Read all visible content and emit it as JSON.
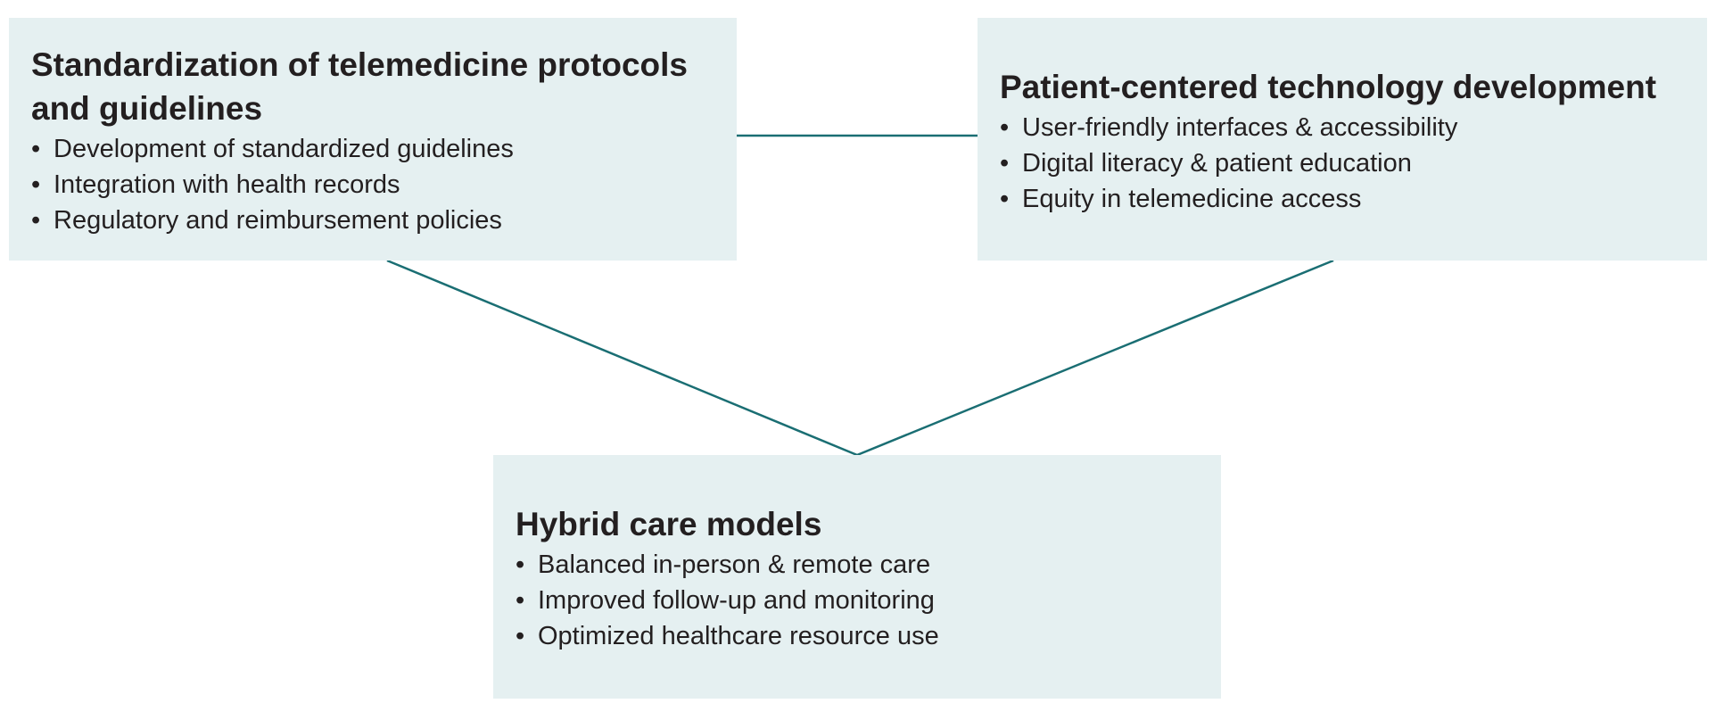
{
  "colors": {
    "box_fill": "#e5f0f1",
    "connector": "#1a6e73",
    "text": "#231f20"
  },
  "boxes": {
    "standardization": {
      "title": "Standardization of telemedicine protocols and guidelines",
      "bullet": "•",
      "items": [
        "Development of standardized guidelines",
        "Integration with health records",
        "Regulatory and reimbursement policies"
      ]
    },
    "patient_centered": {
      "title": "Patient-centered technology development",
      "bullet": "•",
      "items": [
        "User-friendly interfaces & accessibility",
        "Digital literacy & patient education",
        "Equity in telemedicine access"
      ]
    },
    "hybrid": {
      "title": "Hybrid care models",
      "bullet": "•",
      "items": [
        "Balanced in-person & remote care",
        "Improved follow-up and monitoring",
        "Optimized healthcare resource use"
      ]
    }
  }
}
